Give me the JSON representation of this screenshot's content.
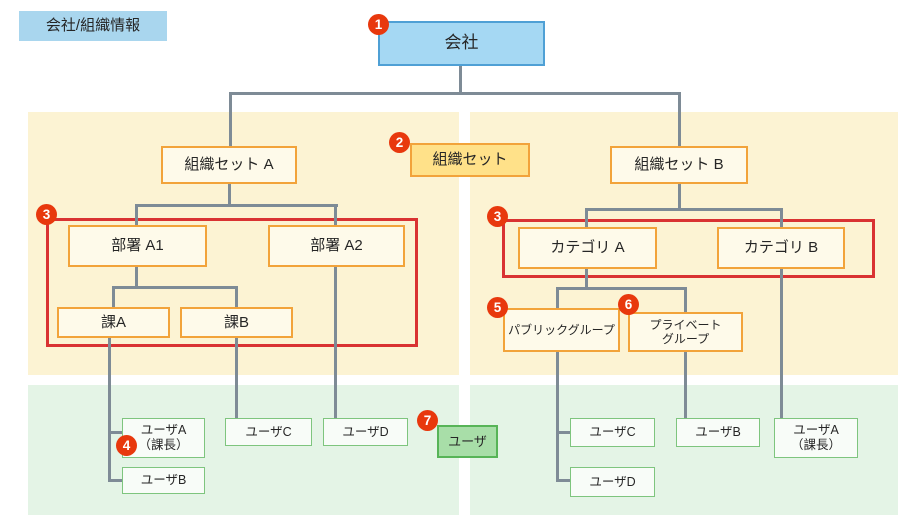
{
  "header": {
    "title": "会社/組織情報"
  },
  "markers": {
    "n1": "1",
    "n2": "2",
    "n3": "3",
    "n4": "4",
    "n5": "5",
    "n6": "6",
    "n7": "7"
  },
  "nodes": {
    "company": "会社",
    "orgSetLabel": "組織セット",
    "orgSetA": "組織セット A",
    "orgSetB": "組織セット B",
    "deptA1": "部署 A1",
    "deptA2": "部署 A2",
    "sectionA": "課A",
    "sectionB": "課B",
    "categoryA": "カテゴリ A",
    "categoryB": "カテゴリ B",
    "publicGroup": "パブリックグループ",
    "privateGroupLine1": "プライベート",
    "privateGroupLine2": "グループ",
    "userLabel": "ユーザ"
  },
  "leftUsers": {
    "userALine1": "ユーザA",
    "userALine2": "（課長）",
    "userB": "ユーザB",
    "userC": "ユーザC",
    "userD": "ユーザD"
  },
  "rightUsers": {
    "userC": "ユーザC",
    "userD": "ユーザD",
    "userB": "ユーザB",
    "userALine1": "ユーザA",
    "userALine2": "（課長）"
  },
  "colors": {
    "panel_yellow": "#fcf3d3",
    "panel_green": "#e4f4e6",
    "company_blue_fill": "#a5d8f3",
    "company_blue_border": "#4fa0d5",
    "title_blue_fill": "#a9d6ee",
    "node_cream_fill": "#fefaea",
    "node_orange_border": "#f2a33a",
    "highlight_yellow_fill": "#ffe189",
    "user_box_border": "#7ec57e",
    "user_green_fill": "#a8dea8",
    "marker_red": "#e8380d",
    "frame_red": "#d93232",
    "connector_gray": "#7e8b96"
  }
}
